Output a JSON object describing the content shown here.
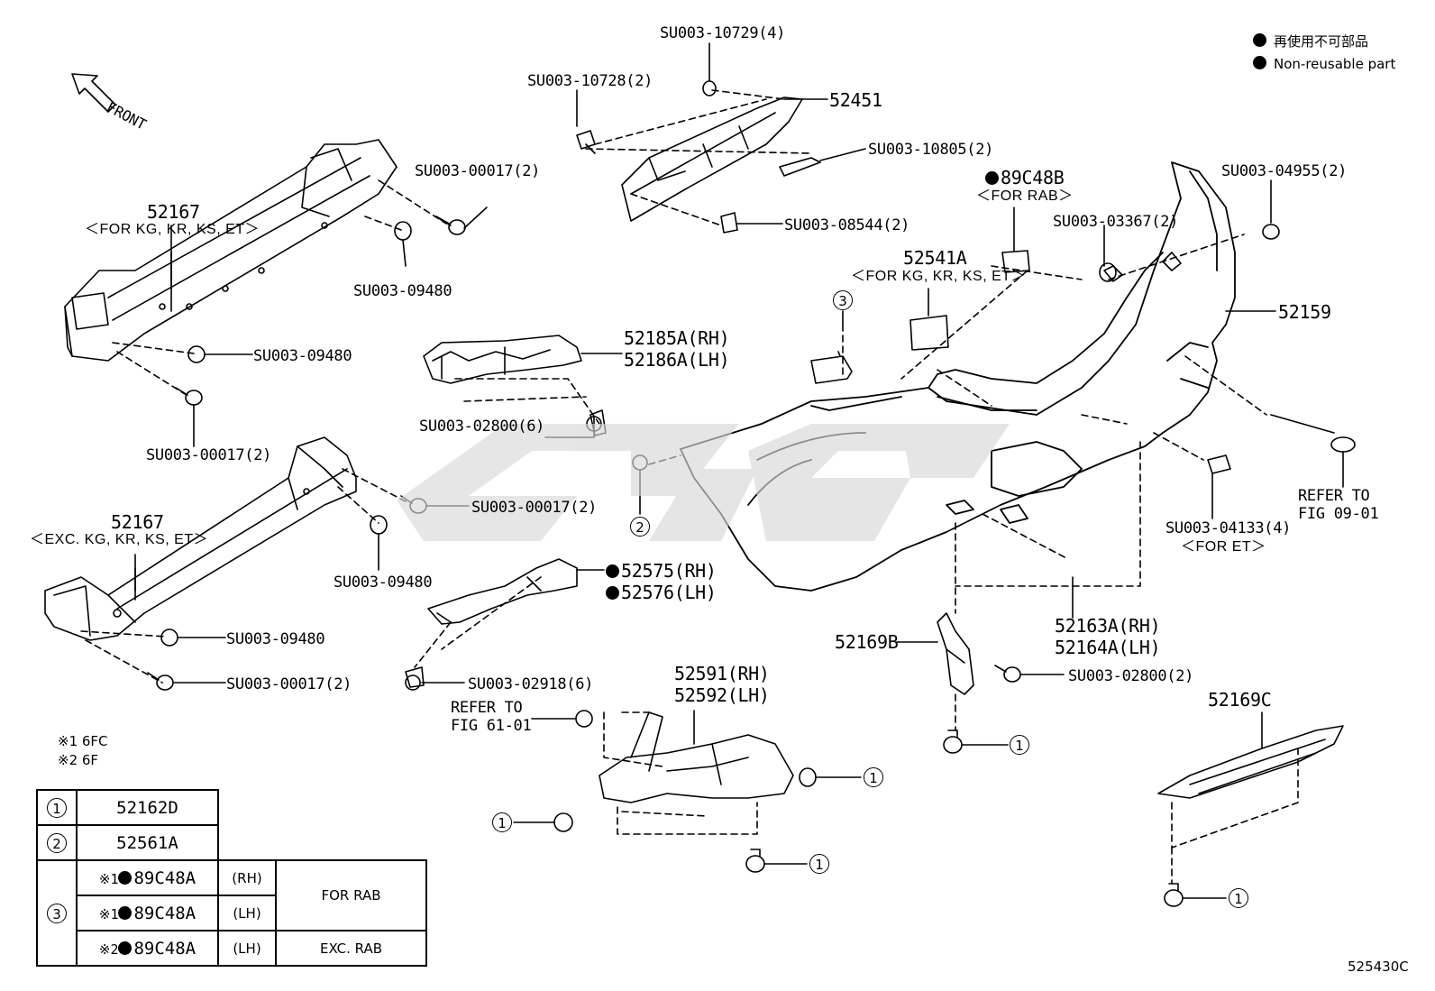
{
  "legend": {
    "jp": "再使用不可部品",
    "en": "Non-reusable part"
  },
  "front_label": "FRONT",
  "parts": {
    "p52167_a": "52167",
    "p52167_a_note": "＜FOR KG, KR, KS, ET＞",
    "p52167_b": "52167",
    "p52167_b_note": "＜EXC. KG, KR, KS, ET＞",
    "su00017_top": "SU003-00017(2)",
    "su09480_top": "SU003-09480",
    "su09480_mid": "SU003-09480",
    "su00017_mid": "SU003-00017(2)",
    "su00017_low": "SU003-00017(2)",
    "su09480_low": "SU003-09480",
    "su09480_bot": "SU003-09480",
    "su00017_bot": "SU003-00017(2)",
    "su10729": "SU003-10729(4)",
    "su10728": "SU003-10728(2)",
    "p52451": "52451",
    "su10805": "SU003-10805(2)",
    "su08544": "SU003-08544(2)",
    "p52185": "52185A(RH)",
    "p52186": "52186A(LH)",
    "su02800_mid": "SU003-02800(6)",
    "p89c48b": "89C48B",
    "p89c48b_note": "＜FOR RAB＞",
    "p52541": "52541A",
    "p52541_note": "＜FOR KG, KR, KS, ET＞",
    "su03367": "SU003-03367(2)",
    "su04955": "SU003-04955(2)",
    "p52159": "52159",
    "refer_0901_a": "REFER TO",
    "refer_0901_b": "FIG 09-01",
    "su04133": "SU003-04133(4)",
    "su04133_note": "＜FOR ET＞",
    "p52575": "52575(RH)",
    "p52576": "52576(LH)",
    "su02918": "SU003-02918(6)",
    "refer_6101_a": "REFER TO",
    "refer_6101_b": "FIG 61-01",
    "p52591": "52591(RH)",
    "p52592": "52592(LH)",
    "p52163": "52163A(RH)",
    "p52164": "52164A(LH)",
    "p52169b": "52169B",
    "su02800_low": "SU003-02800(2)",
    "p52169c": "52169C"
  },
  "notes": [
    "※1 6FC",
    "※2 6F"
  ],
  "ref_marks": {
    "one": "1",
    "two": "2",
    "three": "3"
  },
  "table": {
    "r1": {
      "num": "1",
      "part": "52162D"
    },
    "r2": {
      "num": "2",
      "part": "52561A"
    },
    "r3": {
      "num": "3"
    },
    "r3a": {
      "mark": "※1",
      "part": "89C48A",
      "side": "(RH)",
      "cond": "FOR RAB"
    },
    "r3b": {
      "mark": "※1",
      "part": "89C48A",
      "side": "(LH)"
    },
    "r3c": {
      "mark": "※2",
      "part": "89C48A",
      "side": "(LH)",
      "cond": "EXC. RAB"
    }
  },
  "figure_code": "525430C"
}
